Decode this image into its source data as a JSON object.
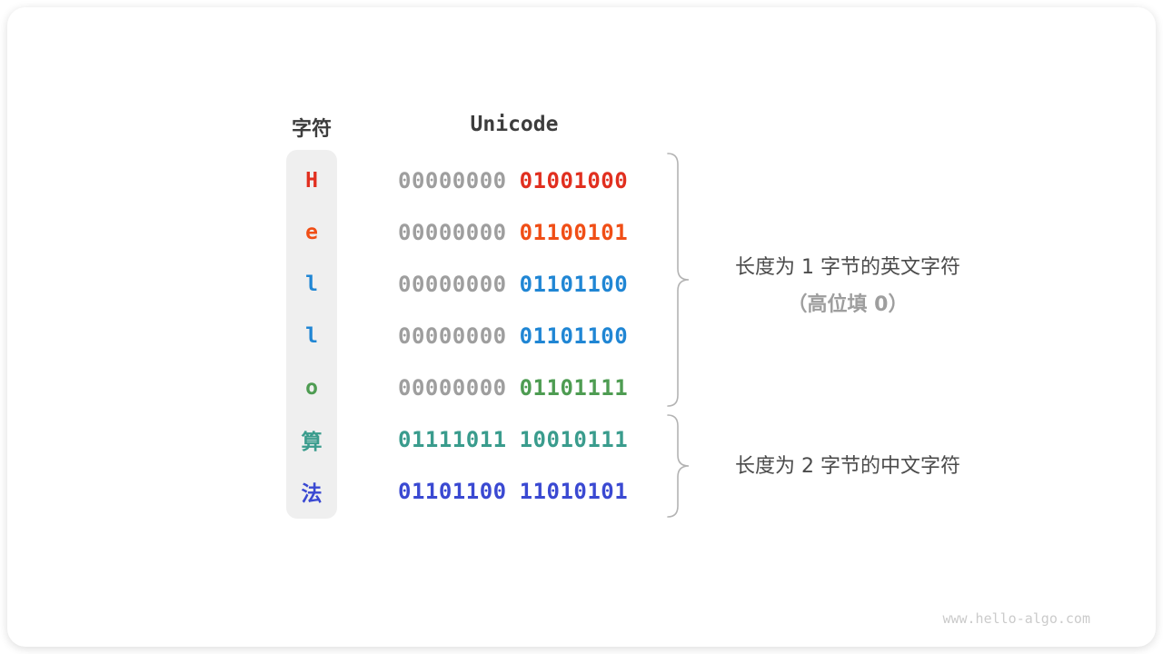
{
  "table": {
    "headers": {
      "char": "字符",
      "unicode": "Unicode"
    },
    "rows": [
      {
        "char": "H",
        "color": "#e12f1f",
        "byte1": "00000000",
        "byte1_color": "#9e9e9e",
        "byte2": "01001000",
        "byte2_color": "#e12f1f"
      },
      {
        "char": "e",
        "color": "#f04e16",
        "byte1": "00000000",
        "byte1_color": "#9e9e9e",
        "byte2": "01100101",
        "byte2_color": "#f04e16"
      },
      {
        "char": "l",
        "color": "#2086d4",
        "byte1": "00000000",
        "byte1_color": "#9e9e9e",
        "byte2": "01101100",
        "byte2_color": "#2086d4"
      },
      {
        "char": "l",
        "color": "#2086d4",
        "byte1": "00000000",
        "byte1_color": "#9e9e9e",
        "byte2": "01101100",
        "byte2_color": "#2086d4"
      },
      {
        "char": "o",
        "color": "#4e9c52",
        "byte1": "00000000",
        "byte1_color": "#9e9e9e",
        "byte2": "01101111",
        "byte2_color": "#4e9c52"
      },
      {
        "char": "算",
        "color": "#3a9c8d",
        "byte1": "01111011",
        "byte1_color": "#3a9c8d",
        "byte2": "10010111",
        "byte2_color": "#3a9c8d"
      },
      {
        "char": "法",
        "color": "#3a49d2",
        "byte1": "01101100",
        "byte1_color": "#3a49d2",
        "byte2": "11010101",
        "byte2_color": "#3a49d2"
      }
    ]
  },
  "annotations": {
    "group1_line1": "长度为 1 字节的英文字符",
    "group1_line2": "（高位填 0）",
    "group2": "长度为 2 字节的中文字符"
  },
  "watermark": "www.hello-algo.com",
  "colors": {
    "gray_byte": "#9e9e9e",
    "header_text": "#3d3d3d",
    "char_column_bg": "#efefef",
    "brace": "#b3b3b3",
    "annotation_primary": "#4b4b4b",
    "annotation_secondary": "#9e9e9e"
  }
}
